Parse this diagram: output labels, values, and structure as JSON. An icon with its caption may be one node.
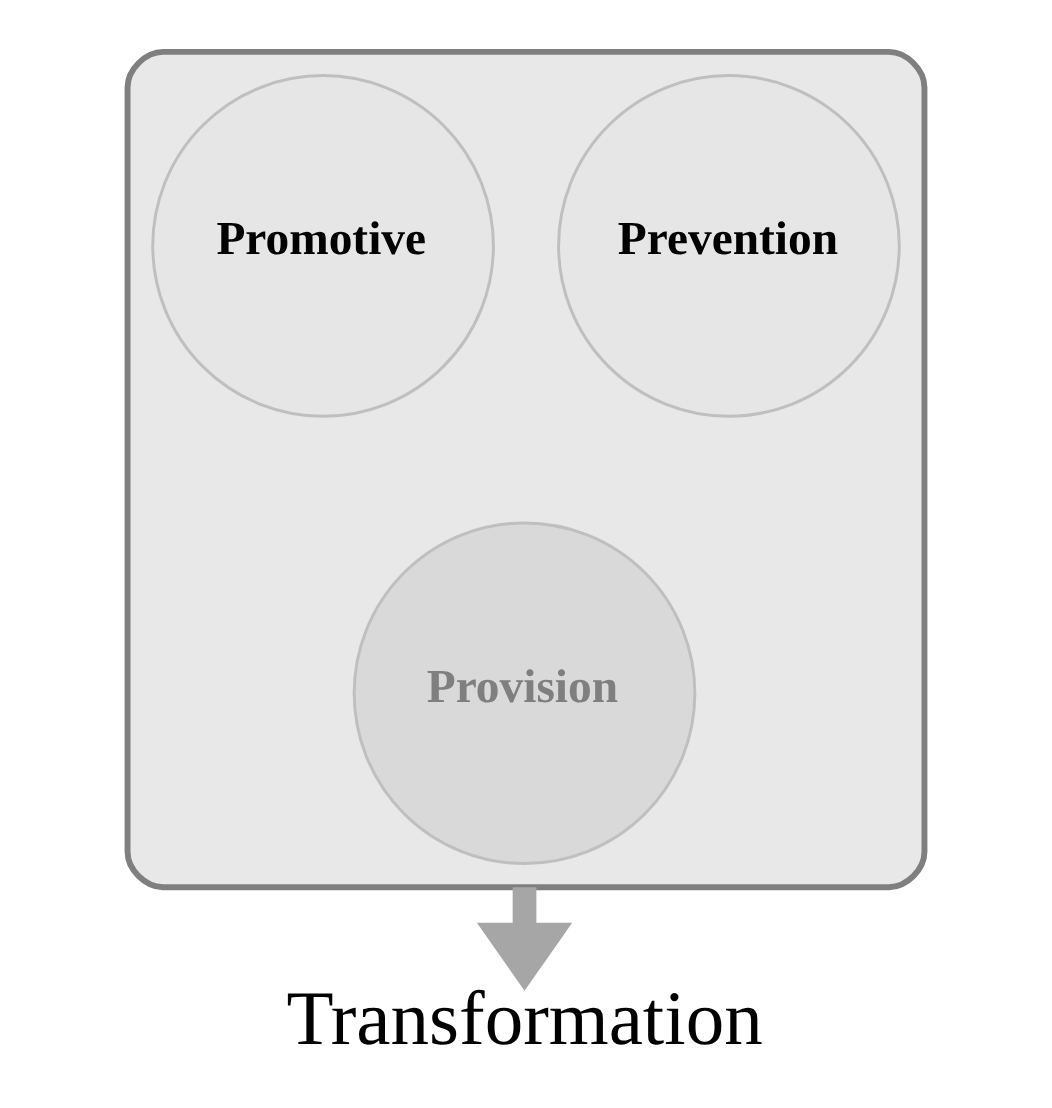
{
  "diagram": {
    "nodes": [
      {
        "text": [],
        "shape": "funnel"
      },
      {
        "text": [
          "Promotive"
        ],
        "in": 0
      },
      {
        "text": [
          "Prevention"
        ],
        "in": 0
      },
      {
        "text": [
          "Provision"
        ],
        "in": 0
      },
      {
        "text": [
          "Transformation"
        ]
      }
    ],
    "edges": [
      {
        "from": 0,
        "to": 4,
        "arrow": "to"
      }
    ]
  }
}
